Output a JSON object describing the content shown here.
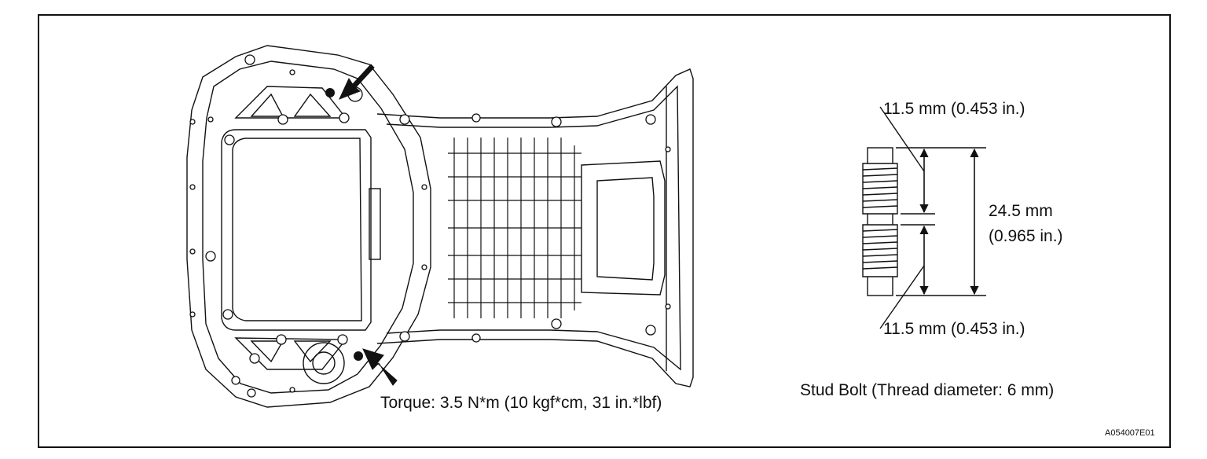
{
  "diagram": {
    "torque_label": "Torque: 3.5 N*m (10 kgf*cm, 31 in.*lbf)",
    "stud": {
      "upper_thread": "11.5 mm (0.453 in.)",
      "lower_thread": "11.5 mm (0.453 in.)",
      "total_length_mm": "24.5 mm",
      "total_length_in": "(0.965 in.)",
      "caption": "Stud Bolt (Thread diameter: 6 mm)"
    },
    "figure_code": "A054007E01"
  }
}
